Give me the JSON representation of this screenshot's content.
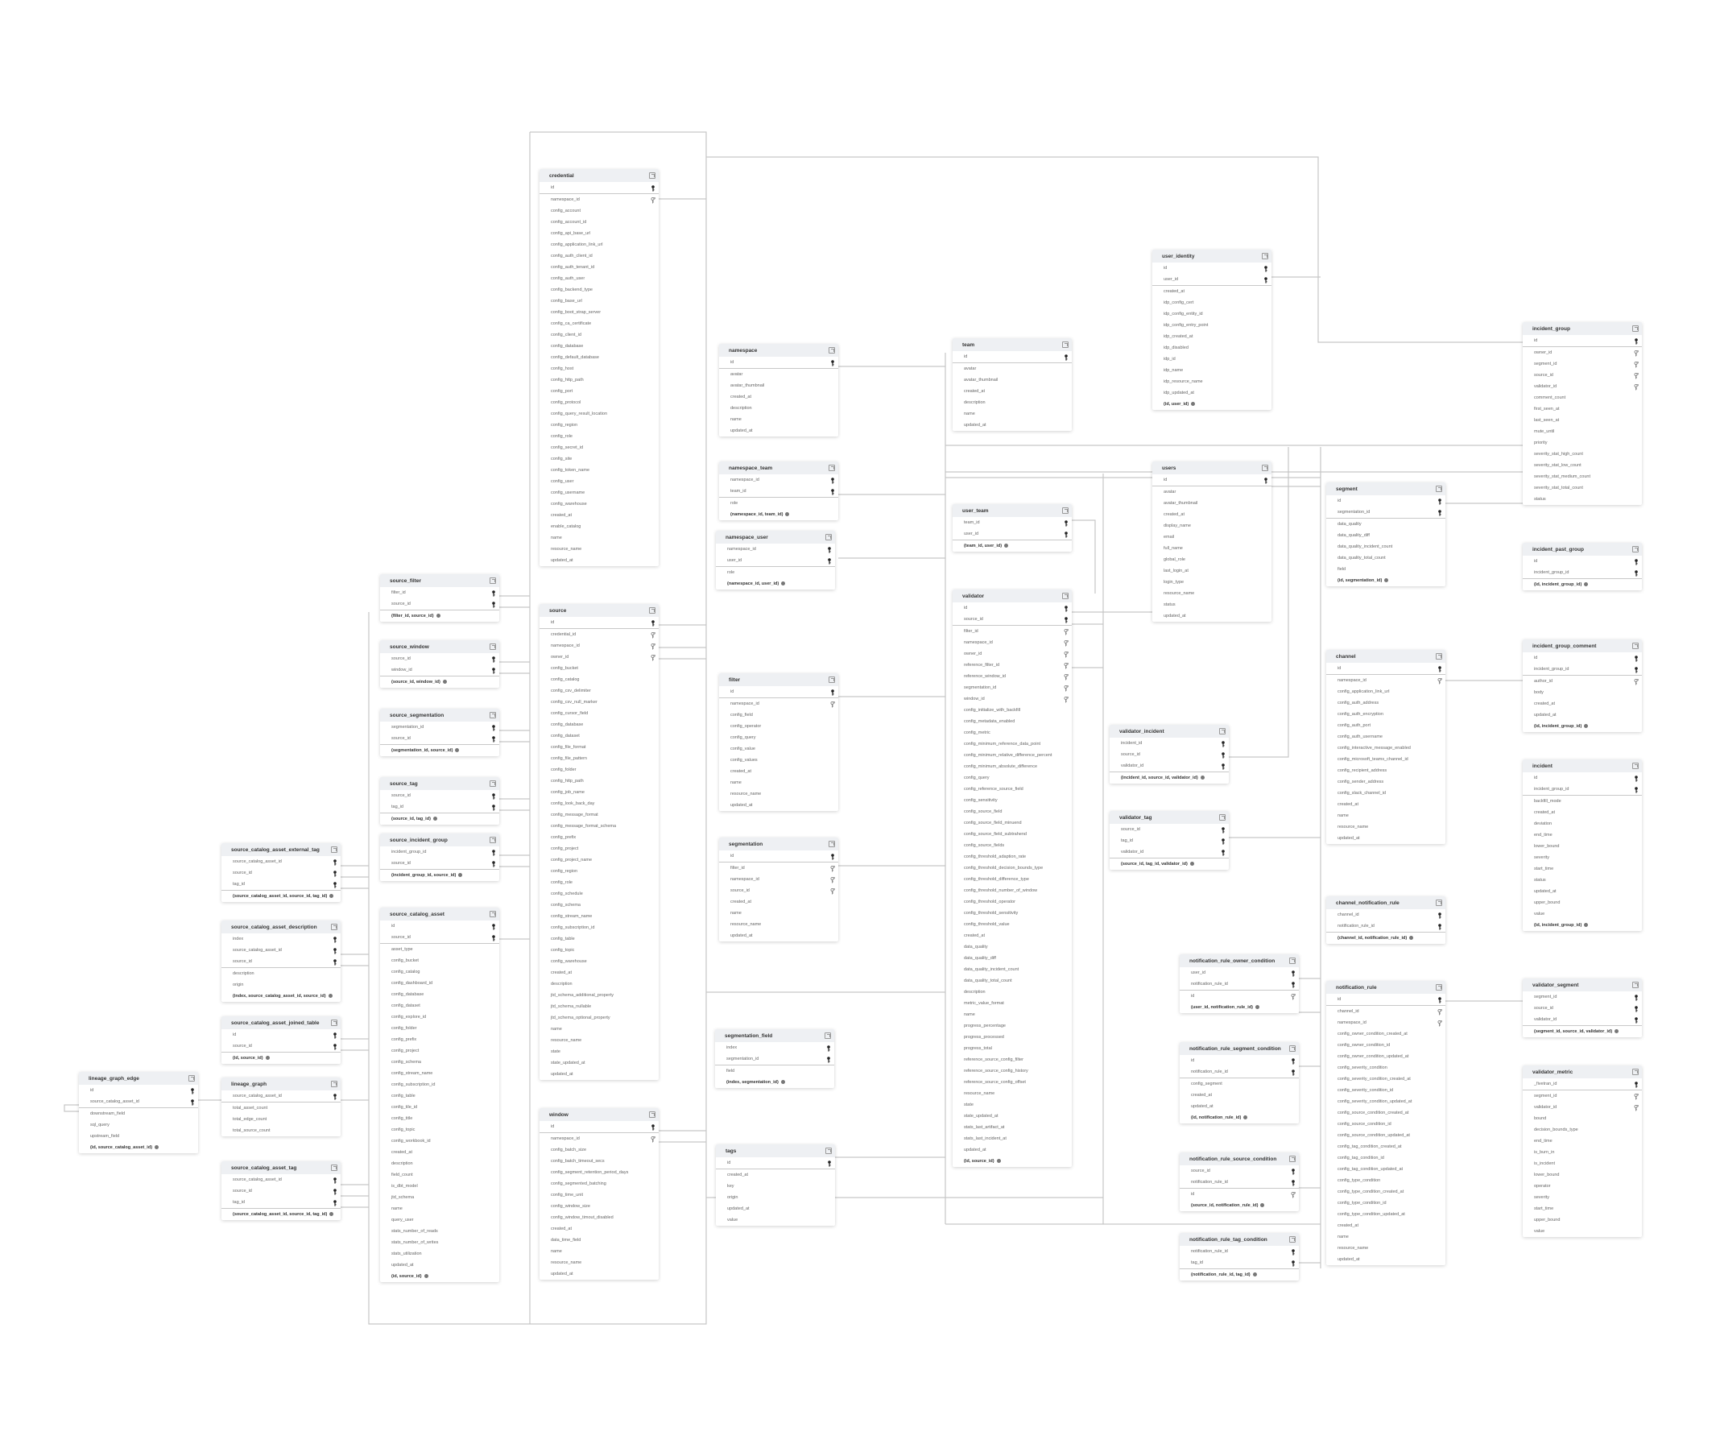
{
  "tables": [
    {
      "name": "credential",
      "pk": [
        "id"
      ],
      "fk": [
        "namespace_id"
      ],
      "cols": [
        "namespace_id",
        "config_account",
        "config_account_id",
        "config_api_base_url",
        "config_application_link_url",
        "config_auth_client_id",
        "config_auth_tenant_id",
        "config_auth_user",
        "config_backend_type",
        "config_base_url",
        "config_boot_strap_server",
        "config_ca_certificate",
        "config_client_id",
        "config_database",
        "config_default_database",
        "config_host",
        "config_http_path",
        "config_port",
        "config_protocol",
        "config_query_result_location",
        "config_region",
        "config_role",
        "config_secret_id",
        "config_site",
        "config_token_name",
        "config_user",
        "config_username",
        "config_warehouse",
        "created_at",
        "enable_catalog",
        "name",
        "resource_name",
        "updated_at"
      ]
    },
    {
      "name": "namespace",
      "pk": [
        "id"
      ],
      "fk": [],
      "cols": [
        "avatar",
        "avatar_thumbnail",
        "created_at",
        "description",
        "name",
        "updated_at"
      ]
    },
    {
      "name": "namespace_team",
      "pk": [
        "namespace_id",
        "team_id"
      ],
      "fk": [],
      "cols": [
        "role"
      ],
      "composite": "(namespace_id, team_id)"
    },
    {
      "name": "namespace_user",
      "pk": [
        "namespace_id",
        "user_id"
      ],
      "fk": [],
      "cols": [
        "role"
      ],
      "composite": "(namespace_id, user_id)"
    },
    {
      "name": "team",
      "pk": [
        "id"
      ],
      "fk": [],
      "cols": [
        "avatar",
        "avatar_thumbnail",
        "created_at",
        "description",
        "name",
        "updated_at"
      ]
    },
    {
      "name": "user_team",
      "pk": [
        "team_id",
        "user_id"
      ],
      "fk": [],
      "cols": [],
      "composite": "(team_id, user_id)"
    },
    {
      "name": "source",
      "pk": [
        "id"
      ],
      "fk": [
        "credential_id",
        "namespace_id",
        "owner_id"
      ],
      "cols": [
        "credential_id",
        "namespace_id",
        "owner_id",
        "config_bucket",
        "config_catalog",
        "config_csv_delimiter",
        "config_csv_null_marker",
        "config_cursor_field",
        "config_database",
        "config_dataset",
        "config_file_format",
        "config_file_pattern",
        "config_folder",
        "config_http_path",
        "config_job_name",
        "config_look_back_day",
        "config_message_format",
        "config_message_format_schema",
        "config_prefix",
        "config_project",
        "config_project_name",
        "config_region",
        "config_role",
        "config_schedule",
        "config_schema",
        "config_stream_name",
        "config_subscription_id",
        "config_table",
        "config_topic",
        "config_warehouse",
        "created_at",
        "description",
        "jtd_schema_additional_property",
        "jtd_schema_nullable",
        "jtd_schema_optional_property",
        "name",
        "resource_name",
        "state",
        "state_updated_at",
        "updated_at"
      ]
    },
    {
      "name": "window",
      "pk": [
        "id"
      ],
      "fk": [
        "namespace_id"
      ],
      "cols": [
        "namespace_id",
        "config_batch_size",
        "config_batch_timeout_secs",
        "config_segment_retention_period_days",
        "config_segmented_batching",
        "config_time_unit",
        "config_window_size",
        "config_window_timout_disabled",
        "created_at",
        "data_time_field",
        "name",
        "resource_name",
        "updated_at"
      ]
    },
    {
      "name": "tags",
      "pk": [
        "id"
      ],
      "fk": [],
      "cols": [
        "created_at",
        "key",
        "origin",
        "updated_at",
        "value"
      ]
    },
    {
      "name": "filter",
      "pk": [
        "id"
      ],
      "fk": [
        "namespace_id"
      ],
      "cols": [
        "namespace_id",
        "config_field",
        "config_operator",
        "config_query",
        "config_value",
        "config_values",
        "created_at",
        "name",
        "resource_name",
        "updated_at"
      ]
    },
    {
      "name": "segmentation",
      "pk": [
        "id"
      ],
      "fk": [
        "filter_id",
        "namespace_id",
        "source_id"
      ],
      "cols": [
        "filter_id",
        "namespace_id",
        "source_id",
        "created_at",
        "name",
        "resource_name",
        "updated_at"
      ]
    },
    {
      "name": "segmentation_field",
      "pk": [
        "index",
        "segmentation_id"
      ],
      "fk": [],
      "cols": [
        "field"
      ],
      "composite": "(index, segmentation_id)"
    },
    {
      "name": "validator",
      "pk": [
        "id",
        "source_id"
      ],
      "fk": [
        "filter_id",
        "namespace_id",
        "owner_id",
        "reference_filter_id",
        "reference_window_id",
        "segmentation_id",
        "window_id"
      ],
      "cols": [
        "filter_id",
        "namespace_id",
        "owner_id",
        "reference_filter_id",
        "reference_window_id",
        "segmentation_id",
        "window_id",
        "config_initialize_with_backfill",
        "config_metadata_enabled",
        "config_metric",
        "config_minimum_reference_data_point",
        "config_minimum_relative_difference_percent",
        "config_minimum_absolute_difference",
        "config_query",
        "config_reference_source_field",
        "config_sensitivity",
        "config_source_field",
        "config_source_field_minuend",
        "config_source_field_subtrahend",
        "config_source_fields",
        "config_threshold_adaption_rate",
        "config_threshold_decision_bounds_type",
        "config_threshold_difference_type",
        "config_threshold_number_of_window",
        "config_threshold_operator",
        "config_threshold_sensitivity",
        "config_threshold_value",
        "created_at",
        "data_quality",
        "data_quality_diff",
        "data_quality_incident_count",
        "data_quality_total_count",
        "description",
        "metric_value_format",
        "name",
        "progress_percentage",
        "progress_processed",
        "progress_total",
        "reference_source_config_filter",
        "reference_source_config_history",
        "reference_source_config_offset",
        "resource_name",
        "state",
        "state_updated_at",
        "stats_last_artifact_at",
        "stats_last_incident_at",
        "updated_at"
      ],
      "composite": "(id, source_id)"
    },
    {
      "name": "user_identity",
      "pk": [
        "id",
        "user_id"
      ],
      "fk": [],
      "cols": [
        "created_at",
        "idp_config_cert",
        "idp_config_entity_id",
        "idp_config_entry_point",
        "idp_created_at",
        "idp_disabled",
        "idp_id",
        "idp_name",
        "idp_resource_name",
        "idp_updated_at"
      ],
      "composite": "(id, user_id)"
    },
    {
      "name": "users",
      "pk": [
        "id"
      ],
      "fk": [],
      "cols": [
        "avatar",
        "avatar_thumbnail",
        "created_at",
        "display_name",
        "email",
        "full_name",
        "global_role",
        "last_login_at",
        "login_type",
        "resource_name",
        "status",
        "updated_at"
      ]
    },
    {
      "name": "segment",
      "pk": [
        "id",
        "segmentation_id"
      ],
      "fk": [],
      "cols": [
        "data_quality",
        "data_quality_diff",
        "data_quality_incident_count",
        "data_quality_total_count",
        "field"
      ],
      "composite": "(id, segmentation_id)"
    },
    {
      "name": "channel",
      "pk": [
        "id"
      ],
      "fk": [
        "namespace_id"
      ],
      "cols": [
        "namespace_id",
        "config_application_link_url",
        "config_auth_address",
        "config_auth_encryption",
        "config_auth_port",
        "config_auth_username",
        "config_interactive_message_enabled",
        "config_microsoft_teams_channel_id",
        "config_recipient_address",
        "config_sender_address",
        "config_slack_channel_id",
        "created_at",
        "name",
        "resource_name",
        "updated_at"
      ]
    },
    {
      "name": "validator_incident",
      "pk": [
        "incident_id",
        "source_id",
        "validator_id"
      ],
      "fk": [],
      "cols": [],
      "composite": "(incident_id, source_id, validator_id)"
    },
    {
      "name": "validator_tag",
      "pk": [
        "source_id",
        "tag_id",
        "validator_id"
      ],
      "fk": [],
      "cols": [],
      "composite": "(source_id, tag_id, validator_id)"
    },
    {
      "name": "channel_notification_rule",
      "pk": [
        "channel_id",
        "notification_rule_id"
      ],
      "fk": [],
      "cols": [],
      "composite": "(channel_id, notification_rule_id)"
    },
    {
      "name": "notification_rule_owner_condition",
      "pk": [
        "user_id",
        "notification_rule_id"
      ],
      "fk": [
        "id"
      ],
      "cols": [
        "id"
      ],
      "composite": "(user_id, notification_rule_id)"
    },
    {
      "name": "notification_rule_segment_condition",
      "pk": [
        "id",
        "notification_rule_id"
      ],
      "fk": [],
      "cols": [
        "config_segment",
        "created_at",
        "updated_at"
      ],
      "composite": "(id, notification_rule_id)"
    },
    {
      "name": "notification_rule_source_condition",
      "pk": [
        "source_id",
        "notification_rule_id"
      ],
      "fk": [
        "id"
      ],
      "cols": [
        "id"
      ],
      "composite": "(source_id, notification_rule_id)"
    },
    {
      "name": "notification_rule_tag_condition",
      "pk": [
        "notification_rule_id",
        "tag_id"
      ],
      "fk": [],
      "cols": [],
      "composite": "(notification_rule_id, tag_id)"
    },
    {
      "name": "notification_rule",
      "pk": [
        "id"
      ],
      "fk": [
        "channel_id",
        "namespace_id"
      ],
      "cols": [
        "channel_id",
        "namespace_id",
        "config_owner_condition_created_at",
        "config_owner_condition_id",
        "config_owner_condition_updated_at",
        "config_severity_condition",
        "config_severity_condition_created_at",
        "config_severity_condition_id",
        "config_severity_condition_updated_at",
        "config_source_condition_created_at",
        "config_source_condition_id",
        "config_source_condition_updated_at",
        "config_tag_condition_created_at",
        "config_tag_condition_id",
        "config_tag_condition_updated_at",
        "config_type_condition",
        "config_type_condition_created_at",
        "config_type_condition_id",
        "config_type_condition_updated_at",
        "created_at",
        "name",
        "resource_name",
        "updated_at"
      ]
    },
    {
      "name": "incident_group",
      "pk": [
        "id"
      ],
      "fk": [
        "owner_id",
        "segment_id",
        "source_id",
        "validator_id"
      ],
      "cols": [
        "owner_id",
        "segment_id",
        "source_id",
        "validator_id",
        "comment_count",
        "first_seen_at",
        "last_seen_at",
        "mute_until",
        "priority",
        "severity_stat_high_count",
        "severity_stat_low_count",
        "severity_stat_medium_count",
        "severity_stat_total_count",
        "status"
      ]
    },
    {
      "name": "incident_past_group",
      "pk": [
        "id",
        "incident_group_id"
      ],
      "fk": [],
      "cols": [],
      "composite": "(id, incident_group_id)"
    },
    {
      "name": "incident_group_comment",
      "pk": [
        "id",
        "incident_group_id"
      ],
      "fk": [
        "author_id"
      ],
      "cols": [
        "author_id",
        "body",
        "created_at",
        "updated_at"
      ],
      "composite": "(id, incident_group_id)"
    },
    {
      "name": "incident",
      "pk": [
        "id",
        "incident_group_id"
      ],
      "fk": [],
      "cols": [
        "backfill_mode",
        "created_at",
        "deviation",
        "end_time",
        "lower_bound",
        "severity",
        "start_time",
        "status",
        "updated_at",
        "upper_bound",
        "value"
      ],
      "composite": "(id, incident_group_id)"
    },
    {
      "name": "validator_segment",
      "pk": [
        "segment_id",
        "source_id",
        "validator_id"
      ],
      "fk": [],
      "cols": [],
      "composite": "(segment_id, source_id, validator_id)"
    },
    {
      "name": "validator_metric",
      "pk": [
        "_fivetran_id"
      ],
      "fk": [
        "segment_id",
        "validator_id"
      ],
      "cols": [
        "segment_id",
        "validator_id",
        "bound",
        "decision_bounds_type",
        "end_time",
        "is_burn_in",
        "is_incident",
        "lower_bound",
        "operator",
        "severity",
        "start_time",
        "upper_bound",
        "value"
      ]
    },
    {
      "name": "source_filter",
      "pk": [
        "filter_id",
        "source_id"
      ],
      "fk": [],
      "cols": [],
      "composite": "(filter_id, source_id)"
    },
    {
      "name": "source_window",
      "pk": [
        "source_id",
        "window_id"
      ],
      "fk": [],
      "cols": [],
      "composite": "(source_id, window_id)"
    },
    {
      "name": "source_segmentation",
      "pk": [
        "segmentation_id",
        "source_id"
      ],
      "fk": [],
      "cols": [],
      "composite": "(segmentation_id, source_id)"
    },
    {
      "name": "source_tag",
      "pk": [
        "source_id",
        "tag_id"
      ],
      "fk": [],
      "cols": [],
      "composite": "(source_id, tag_id)"
    },
    {
      "name": "source_incident_group",
      "pk": [
        "incident_group_id",
        "source_id"
      ],
      "fk": [],
      "cols": [],
      "composite": "(incident_group_id, source_id)"
    },
    {
      "name": "source_catalog_asset",
      "pk": [
        "id",
        "source_id"
      ],
      "fk": [],
      "cols": [
        "asset_type",
        "config_bucket",
        "config_catalog",
        "config_dashboard_id",
        "config_database",
        "config_dataset",
        "config_explore_id",
        "config_folder",
        "config_prefix",
        "config_project",
        "config_schema",
        "config_stream_name",
        "config_subscription_id",
        "config_table",
        "config_tile_id",
        "config_title",
        "config_topic",
        "config_workbook_id",
        "created_at",
        "description",
        "field_count",
        "is_dbt_model",
        "jtd_schema",
        "name",
        "query_user",
        "stats_number_of_reads",
        "stats_number_of_writes",
        "stats_utilization",
        "updated_at"
      ],
      "composite": "(id, source_id)"
    },
    {
      "name": "source_catalog_asset_external_tag",
      "pk": [
        "source_catalog_asset_id",
        "source_id",
        "tag_id"
      ],
      "fk": [],
      "cols": [],
      "composite": "(source_catalog_asset_id, source_id, tag_id)"
    },
    {
      "name": "source_catalog_asset_description",
      "pk": [
        "index",
        "source_catalog_asset_id",
        "source_id"
      ],
      "fk": [],
      "cols": [
        "description",
        "origin"
      ],
      "composite": "(index, source_catalog_asset_id, source_id)"
    },
    {
      "name": "source_catalog_asset_joined_table",
      "pk": [
        "id",
        "source_id"
      ],
      "fk": [],
      "cols": [],
      "composite": "(id, source_id)"
    },
    {
      "name": "lineage_graph_edge",
      "pk": [
        "id",
        "source_catalog_asset_id"
      ],
      "fk": [],
      "cols": [
        "downstream_field",
        "sql_query",
        "upstream_field"
      ],
      "composite": "(id, source_catalog_asset_id)"
    },
    {
      "name": "lineage_graph",
      "pk": [
        "source_catalog_asset_id"
      ],
      "fk": [],
      "cols": [
        "total_asset_count",
        "total_edge_count",
        "total_source_count"
      ]
    },
    {
      "name": "source_catalog_asset_tag",
      "pk": [
        "source_catalog_asset_id",
        "source_id",
        "tag_id"
      ],
      "fk": [],
      "cols": [],
      "composite": "(source_catalog_asset_id, source_id, tag_id)"
    }
  ]
}
